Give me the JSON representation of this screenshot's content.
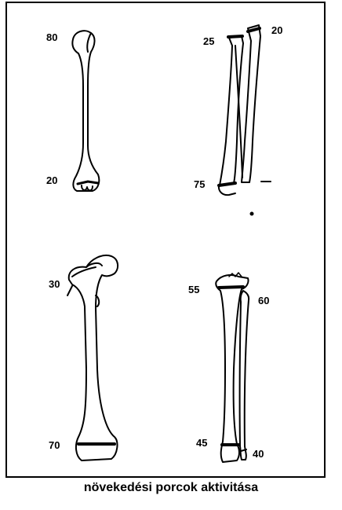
{
  "labels": {
    "humerus_top": "80",
    "humerus_bottom": "20",
    "forearm_top_left": "25",
    "forearm_top_right": "20",
    "forearm_bottom": "75",
    "femur_top": "30",
    "femur_bottom": "70",
    "leg_top_left": "55",
    "leg_top_right": "60",
    "leg_bottom_left": "45",
    "leg_bottom_right": "40"
  },
  "caption": "növekedési porcok aktivitása",
  "colors": {
    "ink": "#000000",
    "background": "#ffffff"
  }
}
